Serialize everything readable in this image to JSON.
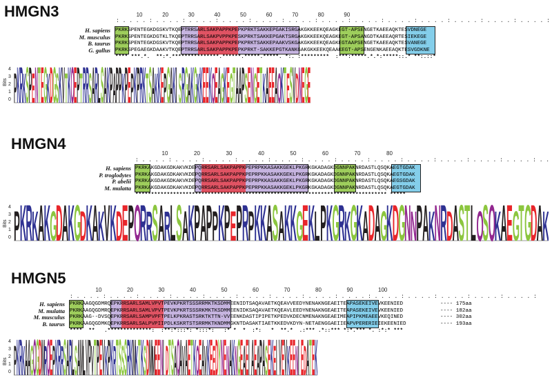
{
  "colors": {
    "green_box": "#8dc63f",
    "violet_box": "#b8a1d8",
    "red_box": "#e8333a",
    "blue_box": "#6ec6e6",
    "logo_hydrophobic": "#231f20",
    "logo_basic": "#2e3192",
    "logo_acidic": "#e8262b",
    "logo_polar": "#8cc63f",
    "logo_amide": "#92278f"
  },
  "panels": [
    {
      "title": "HMGN3",
      "ticks": [
        "10",
        "20",
        "30",
        "40",
        "50",
        "60",
        "70",
        "80",
        "90"
      ],
      "species": [
        "H. sapiens",
        "M. musculus",
        "B. taurus",
        "G. gallus"
      ],
      "sequences": [
        "PKRKSPENTEGKDGSKVTKQEPTRRSARLSAKPAPPKPEPKPRKTSAKKEPGAKISRGAKGKKEEKQEAGKEGT-APSENGETKAEEAQKTESVDNEGE",
        "PKRKSPENTEGKDGTKLTKQEPTRRSARLSAKPVPPKPESKPRKTSAKKEPGAKTSRGAKGKKEEKQEAGKEGT-APSANGDTKAEEAQRTESIEKEGE",
        "PKRKSPENTEGKDGSKVTKQEPTRRSARLSAKPAPPKPEPKPRKTSAKKEPAAKVSKGAKGKKEEKQEAGKEGTAAPSENGETKAEEAQKTESVANEGE",
        "PKRKSPEGAEGKDAAKVTKQEPTRRSARLSAKPAPPKPEPKPRKT-SAKKEPGTKANKGAKGKKEEKQEAAKEGT-APSENGENKAEEAQKTESVGDKNE"
      ],
      "conservation": "**** ***.*.  **:*.***************.******.*****.*****. *:. :*********  :***:*****.*.*:*****::.* **:.::*",
      "lengths": [],
      "logo": "PKRKSPENTEGKDGSKVTKQEPTRRSARLSAKPAPPKPEPKPRKTSAKKEPGAKISRGAKGKKEEKQEAGKEGTAAPSENGETKAEEAQKTESVDNEGE"
    },
    {
      "title": "HMGN4",
      "ticks": [
        "10",
        "20",
        "30",
        "40",
        "50",
        "60",
        "70",
        "80"
      ],
      "species": [
        "H. sapiens",
        "P. troglodytes",
        "P. abelii",
        "M. mulatta"
      ],
      "sequences": [
        "PKRKAKGDAKGDKAKVKDEPQRRSARLSAKPAPPKPEPRPKKASAKKGEKLPKGRKGKADAGKDGNNPAKNRDASTLQSQKAEGTGDAK",
        "PKRKAKGDAKGDKAKVKDEPQRRSARLSAKPAPPKPEPRPKKASAKKGEKLPKGRKGKADAGKDGNNPAKNRDASTLQSQKAEGTGDAK",
        "PKRKAKGDAKGDKAKVKDEPQRRSARLSAKPAPPKPEPRPKKASAKKGEKLPKGRKGKADAGKDGNNPAKNRDASTLQSQKAEGSGDAK",
        "PKRKAKGDAKGDKAKVKDEPQRRSARLSAKPAPPKPEPRPKKASAKKGEKLPKGRKGKADAGKDGNNPAKNRDASTLQSQKAEGTGDAK"
      ],
      "conservation": "******************************************************************************** *****",
      "lengths": [],
      "logo": "PKRKAKGDAKGDKAKVKDEPQRRSARLSAKPAPPKPEPRPKKASAKKGEKLPKGRKGKADAGKDGNNPAKNRDASTLQSQKAEGTGDAK"
    },
    {
      "title": "HMGN5",
      "ticks": [
        "10",
        "20",
        "30",
        "40",
        "50",
        "60",
        "70",
        "80",
        "90",
        "100"
      ],
      "species": [
        "H. sapiens",
        "M. mulatta",
        "M. musculus",
        "B. taurus"
      ],
      "sequences": [
        "PKRKAAGQGDMRQEPKRRSARLSAMLVPVTPEVKPKRTSSSRRMKTKSDMMEENIDTSAQAVAETKQEAVVEEDYNENAKNGEAEITEAPASEKEIVEVKEENIED",
        "PKRKAAGQGDMRQEPKRRSARLSAMLVPVTPEVKPKRTSSSRKMKTKSDMMEENIDKSAQAVAETKQEAVLEEDYNENAKNGEAEITEAPASEKEIVEVKEENIED",
        "PKRKAAG--DVSQEPKRRSARLSAMPVPFTPELKPKRASTSRKTKTTN-VVEENKDASTIPIPETKPEDVKDECNMENAKNGEAEIMEAPIPKMEAEEVKEQINED",
        "PKRKAAGQGDMKQEPKRRSARLSALPVPIIPDLKSKRTSTSRRMKTKNDMMGKNTDASAKTIAETKKEDVKDYN-NETAENGGAEIIEAPVPERERIEIEKEENIED"
      ],
      "conservation": "****  **   .**************:  :**:*:::*: *:::*:   :* *  *  :*:   *  **.*  .:*** .*::*** *:*.*** *. :*:* ***",
      "lengths": [
        "---- 175aa",
        "---- 182aa",
        "---- 302aa",
        "---- 193aa"
      ],
      "logo": "PKRKAAGQGDMRQEPKRRSARLSAMLVPVTPEVKPKRTSSSRKMKTKSDMMEENIDTSAQAVAETKQEAVKEEDYNENAKNGEAEIAEAPASEKEIVEVKEENIEDATEK"
    }
  ]
}
